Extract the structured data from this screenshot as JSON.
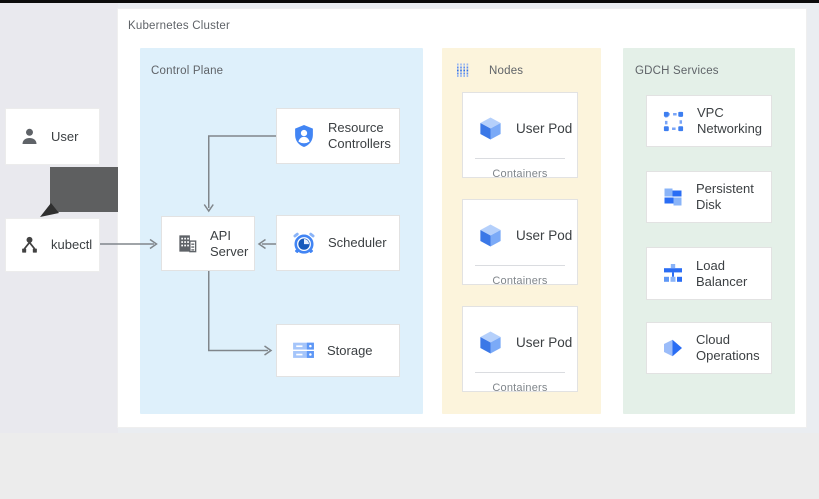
{
  "cluster": {
    "label": "Kubernetes Cluster"
  },
  "left_column": {
    "user": {
      "label": "User",
      "icon": "person-icon"
    },
    "kubectl": {
      "label": "kubectl",
      "icon": "kubectl-icon"
    }
  },
  "control_plane": {
    "label": "Control Plane",
    "cards": [
      {
        "label": "Resource Controllers",
        "icon": "shield-user-icon"
      },
      {
        "label": "API Server",
        "icon": "building-icon"
      },
      {
        "label": "Scheduler",
        "icon": "scheduler-clock-icon"
      },
      {
        "label": "Storage",
        "icon": "storage-disks-icon"
      }
    ]
  },
  "nodes": {
    "label": "Nodes",
    "icon": "dot-grid-icon",
    "pods": [
      {
        "label": "User Pod",
        "sublabel": "Containers",
        "icon": "pod-cube-icon"
      },
      {
        "label": "User Pod",
        "sublabel": "Containers",
        "icon": "pod-cube-icon"
      },
      {
        "label": "User Pod",
        "sublabel": "Containers",
        "icon": "pod-cube-icon"
      }
    ]
  },
  "gdch": {
    "label": "GDCH Services",
    "cards": [
      {
        "label": "VPC Networking",
        "icon": "vpc-networking-icon"
      },
      {
        "label": "Persistent Disk",
        "icon": "persistent-disk-icon"
      },
      {
        "label": "Load Balancer",
        "icon": "load-balancer-icon"
      },
      {
        "label": "Cloud Operations",
        "icon": "cloud-operations-icon"
      }
    ]
  },
  "colors": {
    "control_plane_bg": "#def0fb",
    "nodes_bg": "#fcf4dc",
    "gdch_bg": "#e4f0e8",
    "accent_blue": "#4285f4",
    "dark_blue": "#2a6df4",
    "light_blue": "#8ab4f8",
    "arrow_gray": "#80868b",
    "flow_block_gray": "#5e5f60"
  }
}
